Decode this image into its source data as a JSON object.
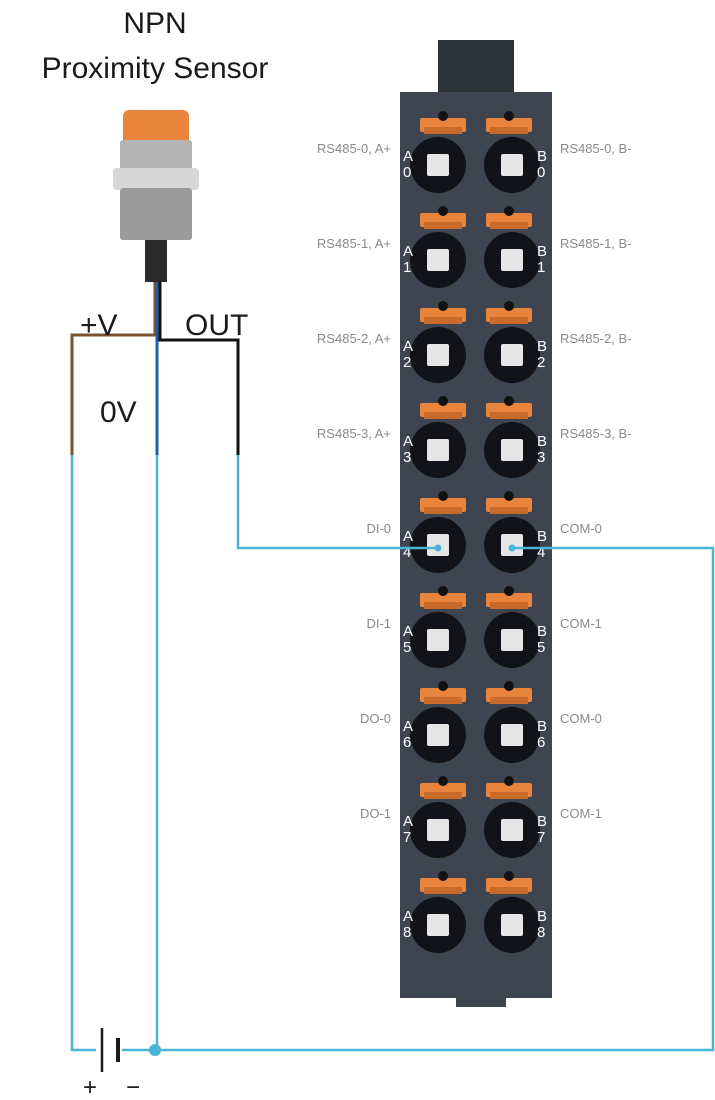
{
  "sensor": {
    "title_line1": "NPN",
    "title_line2": "Proximity Sensor"
  },
  "wires": {
    "plus_v": "+V",
    "out": "OUT",
    "zero_v": "0V"
  },
  "battery": {
    "plus": "+",
    "minus": "−"
  },
  "terminal": {
    "rows": [
      {
        "left_label": "RS485-0, A+",
        "right_label": "RS485-0, B-",
        "index": "0"
      },
      {
        "left_label": "RS485-1, A+",
        "right_label": "RS485-1, B-",
        "index": "1"
      },
      {
        "left_label": "RS485-2, A+",
        "right_label": "RS485-2, B-",
        "index": "2"
      },
      {
        "left_label": "RS485-3, A+",
        "right_label": "RS485-3, B-",
        "index": "3"
      },
      {
        "left_label": "DI-0",
        "right_label": "COM-0",
        "index": "4"
      },
      {
        "left_label": "DI-1",
        "right_label": "COM-1",
        "index": "5"
      },
      {
        "left_label": "DO-0",
        "right_label": "COM-0",
        "index": "6"
      },
      {
        "left_label": "DO-1",
        "right_label": "COM-1",
        "index": "7"
      },
      {
        "left_label": "",
        "right_label": "",
        "index": "8"
      }
    ],
    "col_a": "A",
    "col_b": "B"
  },
  "colors": {
    "wire": "#4ab3d6",
    "brown": "#7a5230",
    "black": "#111111",
    "blue_core": "#1f5fa8",
    "block": "#3e4550",
    "orange": "#e8843c"
  }
}
